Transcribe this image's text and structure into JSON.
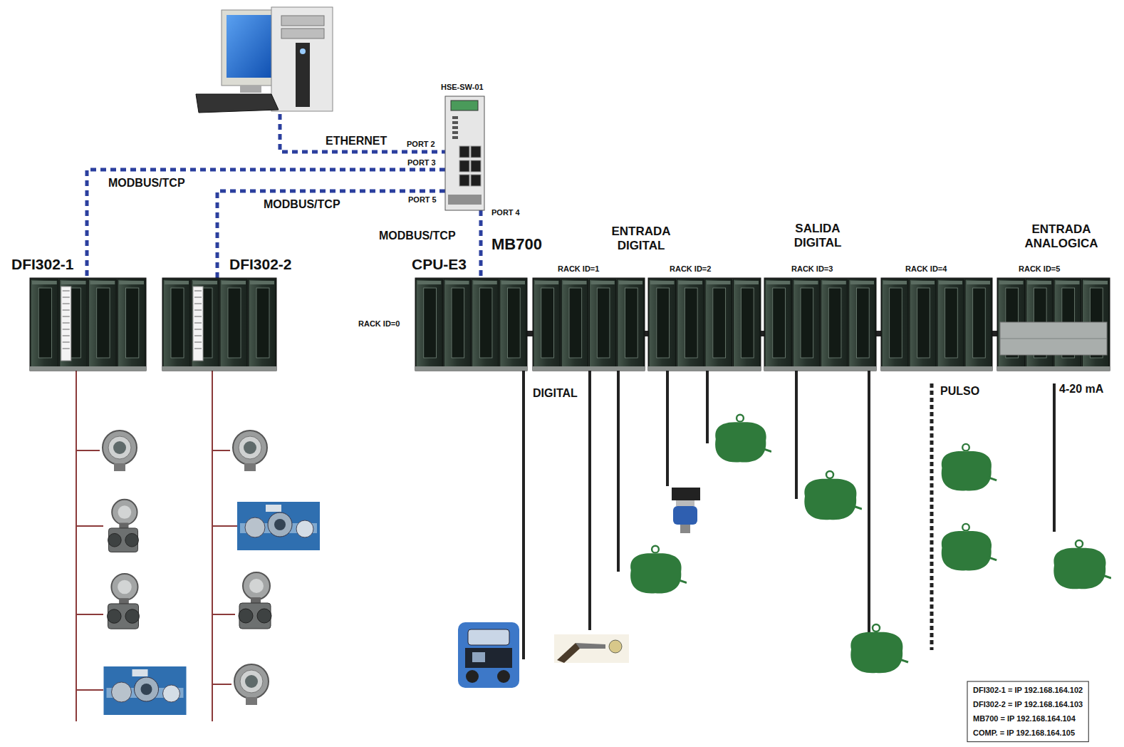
{
  "diagram": {
    "nodes": [
      {
        "text": []
      },
      {
        "text": [
          "HSE-SW-01"
        ]
      },
      {
        "text": [
          "DFI302-1"
        ]
      },
      {
        "text": [
          "DFI302-2"
        ]
      },
      {
        "text": [
          "CPU-E3",
          "RACK ID=0"
        ]
      },
      {
        "text": [
          "RACK ID=1"
        ]
      },
      {
        "text": [
          "RACK ID=2"
        ]
      },
      {
        "text": [
          "RACK ID=3"
        ]
      },
      {
        "text": [
          "RACK ID=4"
        ]
      },
      {
        "text": [
          "RACK ID=5"
        ]
      }
    ],
    "edges": [
      {
        "from": 0,
        "to": 1,
        "arrow": "none",
        "label": "ETHERNET"
      },
      {
        "from": 1,
        "to": 2,
        "arrow": "none",
        "label": "MODBUS/TCP"
      },
      {
        "from": 1,
        "to": 3,
        "arrow": "none",
        "label": "MODBUS/TCP"
      },
      {
        "from": 1,
        "to": 4,
        "arrow": "none",
        "label": "MODBUS/TCP"
      },
      {
        "from": 4,
        "to": 5,
        "arrow": "none"
      },
      {
        "from": 5,
        "to": 6,
        "arrow": "none"
      },
      {
        "from": 6,
        "to": 7,
        "arrow": "none"
      },
      {
        "from": 7,
        "to": 8,
        "arrow": "none"
      },
      {
        "from": 8,
        "to": 9,
        "arrow": "none"
      }
    ],
    "labels": [
      "PORT 2",
      "PORT 3",
      "PORT 5",
      "PORT 4",
      "MB700",
      "ENTRADA DIGITAL",
      "SALIDA DIGITAL",
      "ENTRADA ANALOGICA",
      "DIGITAL",
      "PULSO",
      "4-20 mA",
      "DFI302-1 = IP 192.168.164.102",
      "DFI302-2 = IP 192.168.164.103",
      "MB700 = IP 192.168.164.104",
      "COMP. = IP 192.168.164.105"
    ]
  }
}
